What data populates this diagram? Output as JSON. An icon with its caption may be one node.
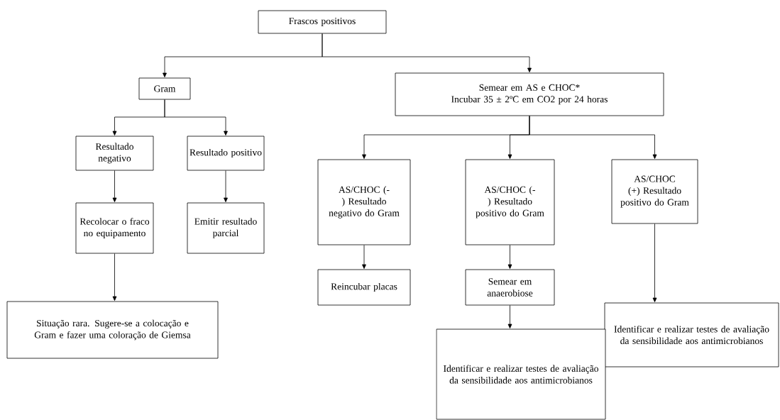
{
  "diagram": {
    "nodes": [
      {
        "text": [
          "Frascos positivos"
        ]
      },
      {
        "text": [
          "Gram"
        ]
      },
      {
        "text": [
          "Semear em AS e CHOC*",
          "Incubar 35 ± 2ºC em CO2 por 24 horas"
        ]
      },
      {
        "text": [
          "Resultado negativo"
        ]
      },
      {
        "text": [
          "Resultado positivo"
        ]
      },
      {
        "text": [
          "AS/CHOC (-) Resultado negativo do Gram"
        ]
      },
      {
        "text": [
          "AS/CHOC (-) Resultado positivo do Gram"
        ]
      },
      {
        "text": [
          "AS/CHOC (+) Resultado positivo do Gram"
        ]
      },
      {
        "text": [
          "Recolocar o fraco no equipamento"
        ]
      },
      {
        "text": [
          "Emitir resultado parcial"
        ]
      },
      {
        "text": [
          "Reincubar placas"
        ]
      },
      {
        "text": [
          "Semear em anaerobiose"
        ]
      },
      {
        "text": [
          "Identificar e realizar testes de avaliação da sensibilidade aos antimicrobianos"
        ]
      },
      {
        "text": [
          "Situação rara. Sugere-se a colocação e Gram e fazer uma coloração de Giemsa"
        ]
      },
      {
        "text": [
          "Identificar e realizar testes de avaliação da sensibilidade aos antimicrobianos"
        ]
      }
    ],
    "edges": [
      {
        "from": 0,
        "to": 1,
        "arrow": "to"
      },
      {
        "from": 0,
        "to": 2,
        "arrow": "to"
      },
      {
        "from": 1,
        "to": 3,
        "arrow": "to"
      },
      {
        "from": 1,
        "to": 4,
        "arrow": "to"
      },
      {
        "from": 2,
        "to": 5,
        "arrow": "to"
      },
      {
        "from": 2,
        "to": 6,
        "arrow": "to"
      },
      {
        "from": 2,
        "to": 7,
        "arrow": "to"
      },
      {
        "from": 3,
        "to": 8,
        "arrow": "to"
      },
      {
        "from": 4,
        "to": 9,
        "arrow": "to"
      },
      {
        "from": 8,
        "to": 13,
        "arrow": "to"
      },
      {
        "from": 5,
        "to": 10,
        "arrow": "to"
      },
      {
        "from": 6,
        "to": 11,
        "arrow": "to"
      },
      {
        "from": 11,
        "to": 14,
        "arrow": "to"
      },
      {
        "from": 7,
        "to": 12,
        "arrow": "to"
      }
    ]
  }
}
